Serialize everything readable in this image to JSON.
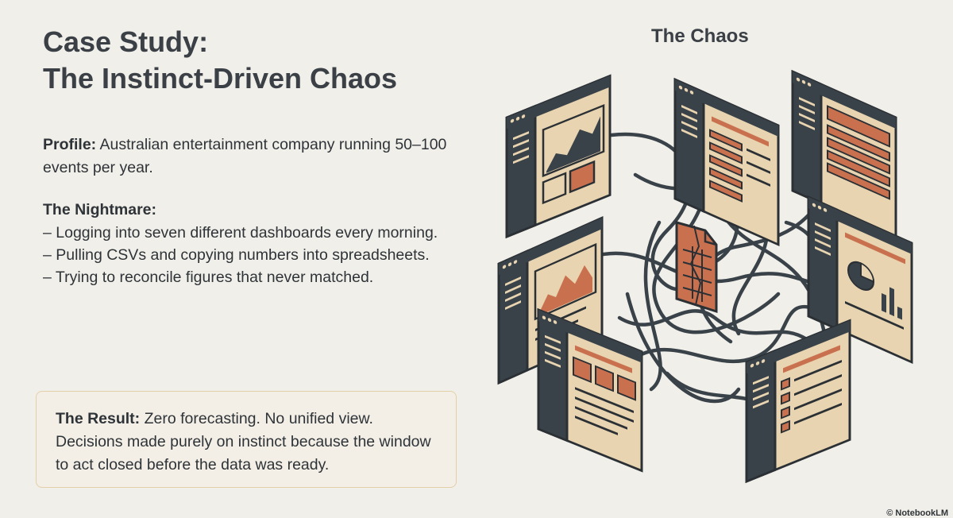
{
  "slide": {
    "title_line1": "Case Study:",
    "title_line2": "The Instinct-Driven Chaos",
    "profile_label": "Profile:",
    "profile_text": "Australian entertainment company running 50–100 events per year.",
    "nightmare_heading": "The Nightmare:",
    "nightmare_items": [
      "– Logging into seven different dashboards every morning.",
      "– Pulling CSVs and copying numbers into spreadsheets.",
      "– Trying to reconcile figures that never matched."
    ],
    "result_label": "The Result:",
    "result_text": "Zero forecasting. No unified view. Decisions made purely on instinct because the window to act closed before the data was ready.",
    "illustration_title": "The Chaos",
    "watermark": "© NotebookLM"
  },
  "colors": {
    "background": "#f1efe9",
    "text": "#2e3338",
    "panel_dark": "#3a4249",
    "panel_tan": "#e8d4b0",
    "accent_rust": "#c9714f",
    "result_border": "#e3cfa8"
  },
  "icons": [
    "dashboard-panel-icon",
    "spreadsheet-file-icon",
    "tangled-cable-icon"
  ]
}
